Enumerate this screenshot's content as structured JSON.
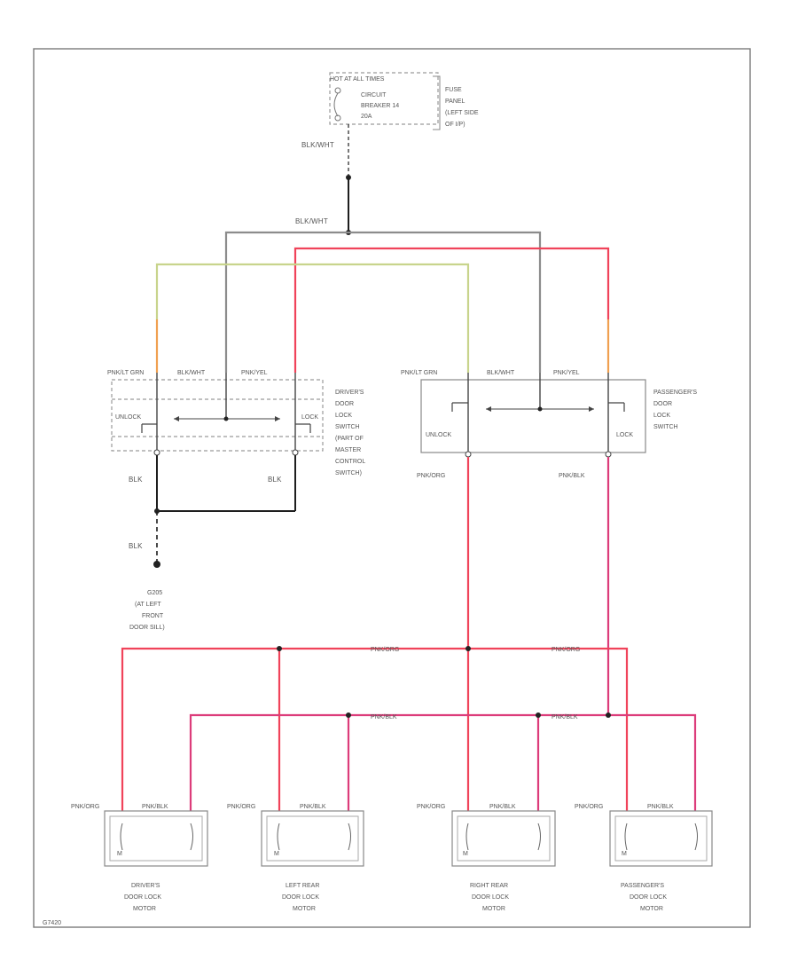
{
  "colors": {
    "red": "#f0435a",
    "pink": "#dc3c7a",
    "orange": "#f0a050",
    "yellow_green": "#c8d48c",
    "gray": "#8c8c8c",
    "black": "#1e1e1e"
  },
  "power": {
    "header": "HOT AT ALL TIMES",
    "breaker_lines": [
      "CIRCUIT",
      "BREAKER 14",
      "20A"
    ],
    "fuse_lines": [
      "FUSE",
      "PANEL",
      "(LEFT SIDE",
      "OF I/P)"
    ]
  },
  "wires": {
    "blk_wht_1": "BLK/WHT",
    "blk_wht_2": "BLK/WHT",
    "pnk_lt_grn_left": "PNK/LT GRN",
    "blk_wht_left": "BLK/WHT",
    "pnk_yel_left": "PNK/YEL",
    "pnk_lt_grn_right": "PNK/LT GRN",
    "blk_wht_right": "BLK/WHT",
    "pnk_yel_right": "PNK/YEL",
    "blk_left_1": "BLK",
    "blk_left_2": "BLK",
    "blk_ground": "BLK",
    "pnk_org_switch": "PNK/ORG",
    "pnk_blk_switch": "PNK/BLK",
    "pnk_org_bus_1": "PNK/ORG",
    "pnk_org_bus_2": "PNK/ORG",
    "pnk_blk_bus_1": "PNK/BLK",
    "pnk_blk_bus_2": "PNK/BLK"
  },
  "drivers_switch": {
    "unlock": "UNLOCK",
    "lock": "LOCK",
    "label_lines": [
      "DRIVER'S",
      "DOOR",
      "LOCK",
      "SWITCH",
      "(PART OF",
      "MASTER",
      "CONTROL",
      "SWITCH)"
    ]
  },
  "passengers_switch": {
    "unlock": "UNLOCK",
    "lock": "LOCK",
    "label_lines": [
      "PASSENGER'S",
      "DOOR",
      "LOCK",
      "SWITCH"
    ]
  },
  "ground": {
    "label_lines": [
      "G205",
      "(AT LEFT",
      "FRONT",
      "DOOR SILL)"
    ]
  },
  "motors": [
    {
      "org": "PNK/ORG",
      "blk": "PNK/BLK",
      "m": "M",
      "lines": [
        "DRIVER'S",
        "DOOR LOCK",
        "MOTOR"
      ]
    },
    {
      "org": "PNK/ORG",
      "blk": "PNK/BLK",
      "m": "M",
      "lines": [
        "LEFT REAR",
        "DOOR LOCK",
        "MOTOR"
      ]
    },
    {
      "org": "PNK/ORG",
      "blk": "PNK/BLK",
      "m": "M",
      "lines": [
        "RIGHT REAR",
        "DOOR LOCK",
        "MOTOR"
      ]
    },
    {
      "org": "PNK/ORG",
      "blk": "PNK/BLK",
      "m": "M",
      "lines": [
        "PASSENGER'S",
        "DOOR LOCK",
        "MOTOR"
      ]
    }
  ],
  "figure_code": "G7420"
}
